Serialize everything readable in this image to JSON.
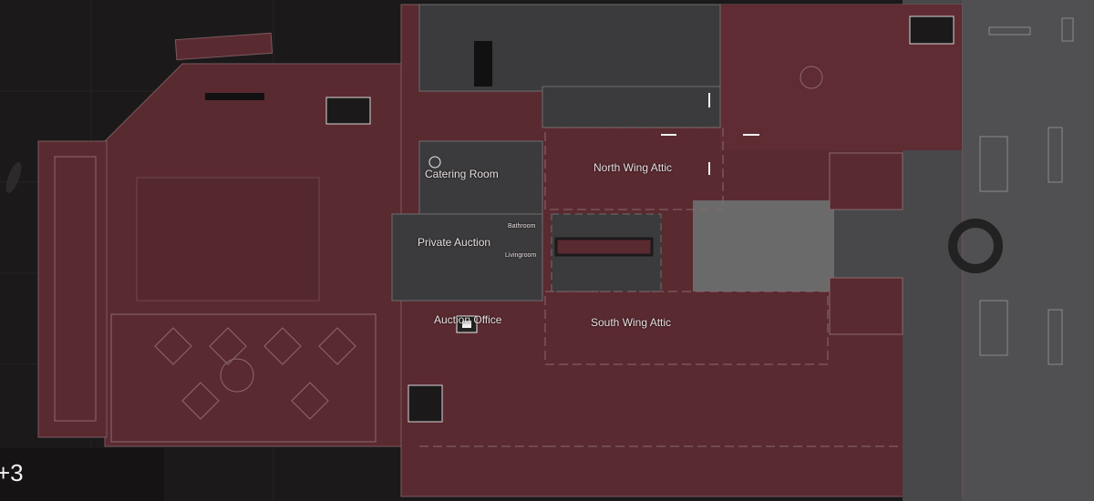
{
  "map": {
    "floor_indicator": "+3",
    "rooms": {
      "catering_room": "Catering Room",
      "north_wing_attic": "North Wing Attic",
      "private_auction": "Private Auction",
      "bathroom": "Bathroom",
      "livingroom": "Livingroom",
      "auction_office": "Auction Office",
      "south_wing_attic": "South Wing Attic"
    },
    "colors": {
      "background": "#1b191a",
      "restricted": "#5a2a31",
      "public": "#3b3a3c",
      "open_area": "#6a6a6a",
      "outdoor": "#48474a"
    }
  }
}
